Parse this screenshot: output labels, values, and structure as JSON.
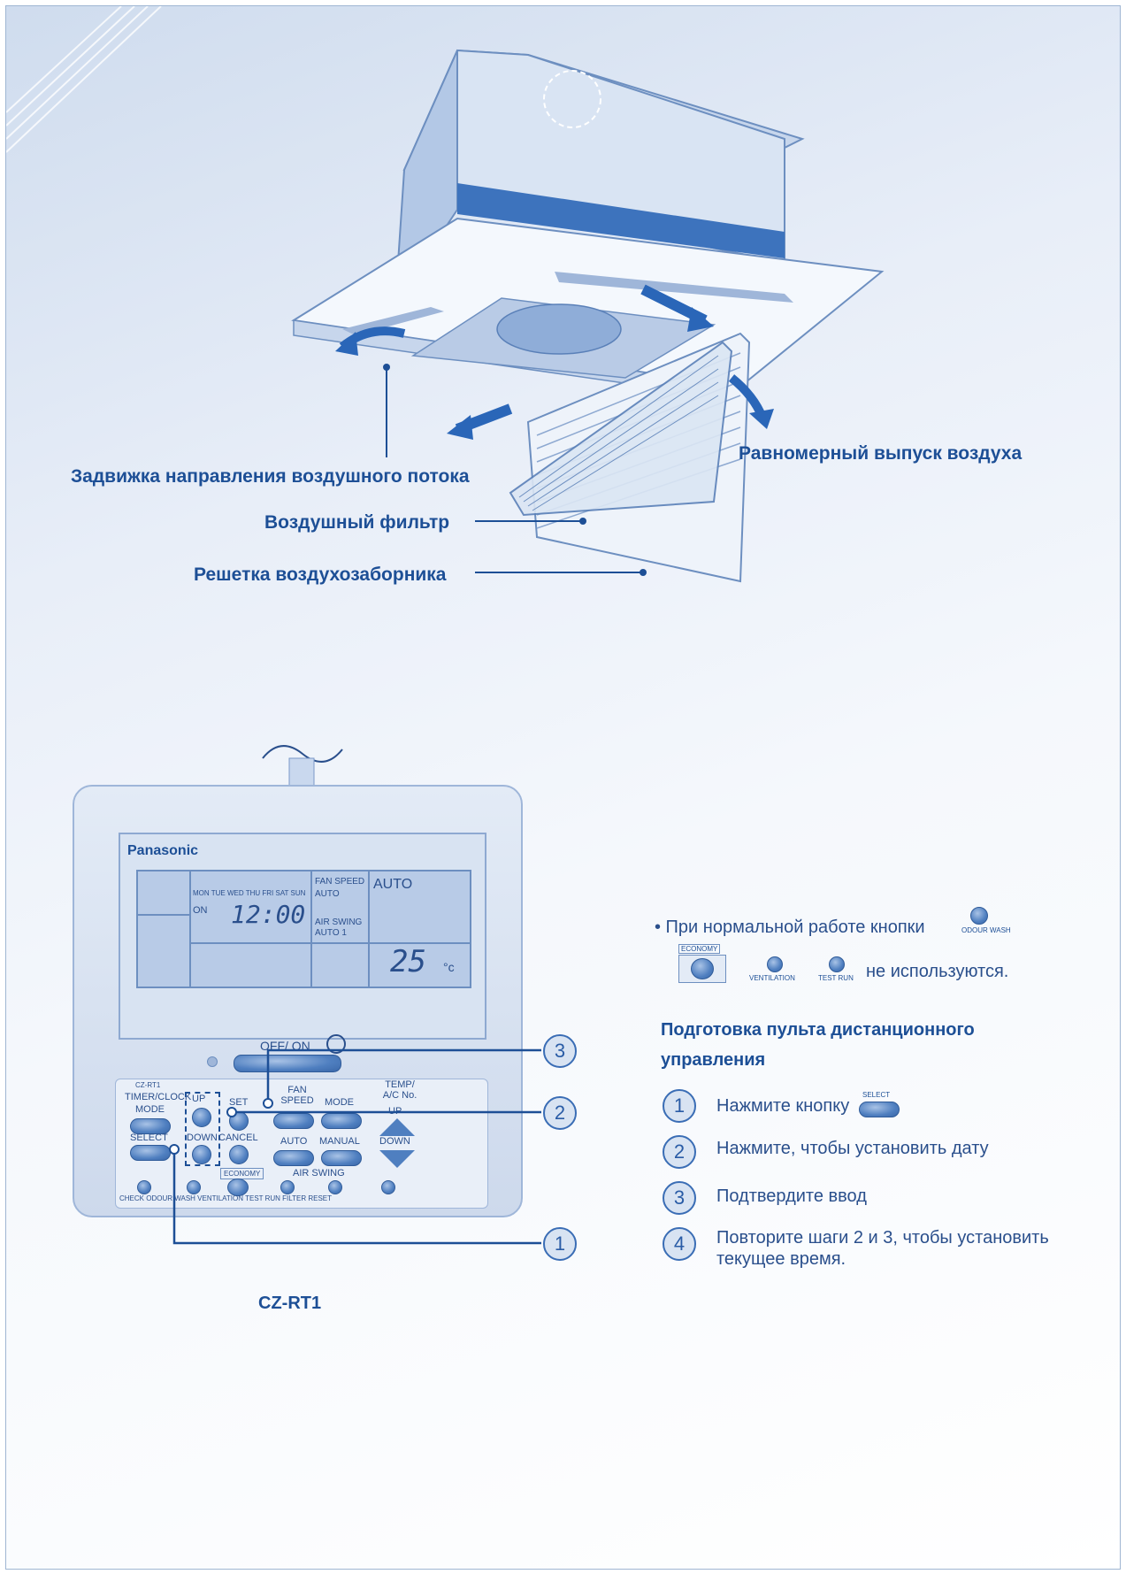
{
  "diagram": {
    "label_louver": "Задвижка направления воздушного потока",
    "label_outlet": "Равномерный выпуск воздуха",
    "label_filter": "Воздушный фильтр",
    "label_grille": "Решетка воздухозаборника"
  },
  "remote": {
    "brand": "Panasonic",
    "model_small": "CZ-RT1",
    "days": "MON TUE WED THU FRI SAT SUN",
    "on": "ON",
    "time": "12:00",
    "fan_speed_label": "FAN SPEED",
    "fan_speed_value": "AUTO",
    "air_swing_label": "AIR SWING",
    "air_swing_value": "AUTO 1",
    "mode_value": "AUTO",
    "temperature": "25",
    "temp_unit": "°c",
    "off_on": "OFF/ ON",
    "timer_clock": "TIMER/CLOCK",
    "mode_left": "MODE",
    "up": "UP",
    "down": "DOWN",
    "set": "SET",
    "fan_speed_btn": "FAN SPEED",
    "mode_btn": "MODE",
    "temp_label": "TEMP/ A/C No.",
    "temp_up": "UP",
    "temp_down": "DOWN",
    "select": "SELECT",
    "cancel": "CANCEL",
    "auto": "AUTO",
    "manual": "MANUAL",
    "air_swing_group": "AIR SWING",
    "economy": "ECONOMY",
    "bottom_labels": "CHECK ODOUR WASH VENTILATION TEST RUN FILTER RESET",
    "callout_1": "1",
    "callout_2": "2",
    "callout_3": "3",
    "model_caption": "CZ-RT1"
  },
  "instructions": {
    "note_prefix": "• При нормальной работе кнопки",
    "note_odour": "ODOUR WASH",
    "note_economy": "ECONOMY",
    "note_ventilation": "VENTILATION",
    "note_testrun": "TEST RUN",
    "note_suffix": "не используются.",
    "heading": "Подготовка пульта дистанционного управления",
    "select_btn": "SELECT",
    "steps": [
      {
        "num": "1",
        "text": "Нажмите кнопку"
      },
      {
        "num": "2",
        "text": "Нажмите, чтобы установить дату"
      },
      {
        "num": "3",
        "text": "Подтвердите ввод"
      },
      {
        "num": "4",
        "text": "Повторите шаги 2 и 3, чтобы установить текущее время."
      }
    ]
  }
}
